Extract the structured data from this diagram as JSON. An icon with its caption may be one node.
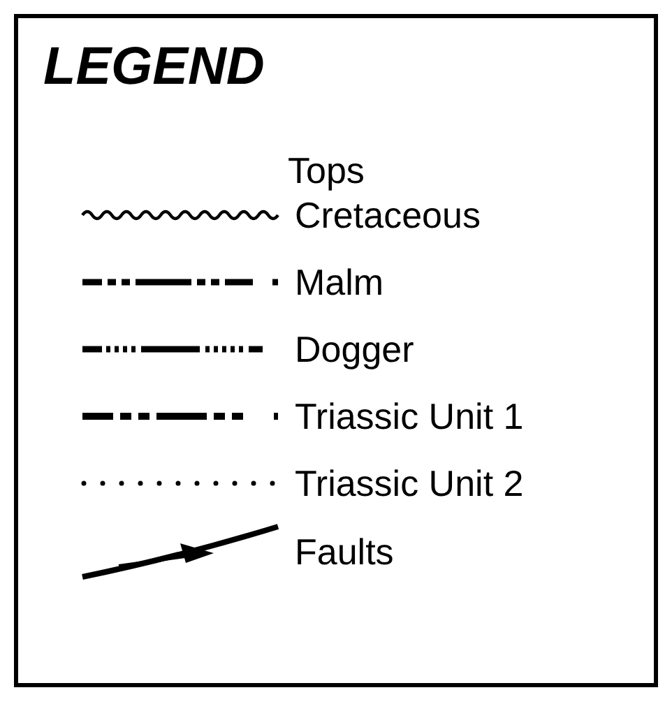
{
  "diagram": {
    "title": "LEGEND",
    "labels": [
      "Tops"
    ],
    "legend": [
      {
        "text": "Cretaceous"
      },
      {
        "text": "Malm"
      },
      {
        "text": "Dogger"
      },
      {
        "text": "Triassic Unit 1"
      },
      {
        "text": "Triassic Unit 2"
      },
      {
        "text": "Faults"
      }
    ]
  }
}
